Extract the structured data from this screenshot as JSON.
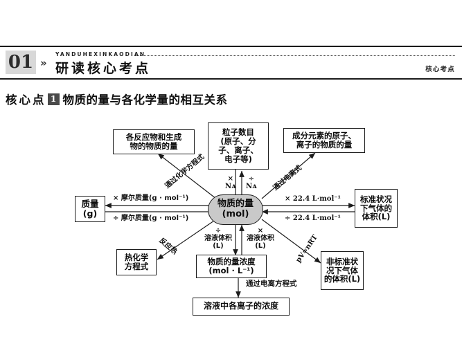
{
  "header": {
    "number": "01",
    "chevron": "»",
    "pinyin": "YANDUHEXINKAODIAN",
    "title": "研读核心考点",
    "right_tag": "核心考点"
  },
  "section": {
    "lead": "核心点",
    "badge": "1",
    "title": "物质的量与各化学量的相互关系"
  },
  "diagram": {
    "center": {
      "line1": "物质的量",
      "line2": "(mol)"
    },
    "nodes": {
      "reactants": "各反应物和生成物的物质的量",
      "particles": "粒子数目\n(原子、分子、离子、电子等)",
      "elements": "成分元素的原子、离子的物质的量",
      "mass": "质量\n(g)",
      "std_gas": "标准状况下气体的体积(L)",
      "thermo": "热化学方程式",
      "concentration": "物质的量浓度\n(mol · L⁻¹)",
      "nonstd_gas": "非标准状况下气体的体积(L)",
      "ion_conc": "溶液中各离子的浓度"
    },
    "node_lines": {
      "particles": [
        "粒子数目",
        "(原子、分",
        "子、离子、",
        "电子等)"
      ],
      "reactants": [
        "各反应物和生成",
        "物的物质的量"
      ],
      "elements": [
        "成分元素的原子、",
        "离子的物质的量"
      ],
      "mass": [
        "质量",
        "(g)"
      ],
      "std_gas": [
        "标准状况",
        "下气体的",
        "体积(L)"
      ],
      "thermo": [
        "热化学",
        "方程式"
      ],
      "concentration": [
        "物质的量浓度",
        "(mol · L⁻¹)"
      ],
      "nonstd_gas": [
        "非标准状",
        "况下气体",
        "的体积(L)"
      ],
      "ion_conc": [
        "溶液中各离子的浓度"
      ]
    },
    "labels": {
      "mul_na": "×",
      "div_na": "÷",
      "na_symbol_1": "Nᴀ",
      "na_symbol_2": "Nᴀ",
      "mul_molar_mass": "× 摩尔质量(g · mol⁻¹)",
      "div_molar_mass": "÷ 摩尔质量(g · mol⁻¹)",
      "mul_224": "× 22.4 L·mol⁻¹",
      "div_224": "÷ 22.4 L·mol⁻¹",
      "via_chem_eq": "通过化学方程式",
      "via_ionization": "通过电离式",
      "reaction_heat": "反应热",
      "pv_nrt": "pV=nRT",
      "div_soln_vol": "÷",
      "soln_vol_1": "溶液体积",
      "soln_vol_1_unit": "(L)",
      "mul_soln_vol": "×",
      "soln_vol_2": "溶液体积",
      "soln_vol_2_unit": "(L)",
      "via_ionization_eq": "通过电离方程式"
    }
  },
  "colors": {
    "center_fill": "#c9c9c9",
    "badge_fill": "#4a4a4a",
    "num_fill": "#d8d8d8",
    "stroke": "#1c1c1c"
  }
}
